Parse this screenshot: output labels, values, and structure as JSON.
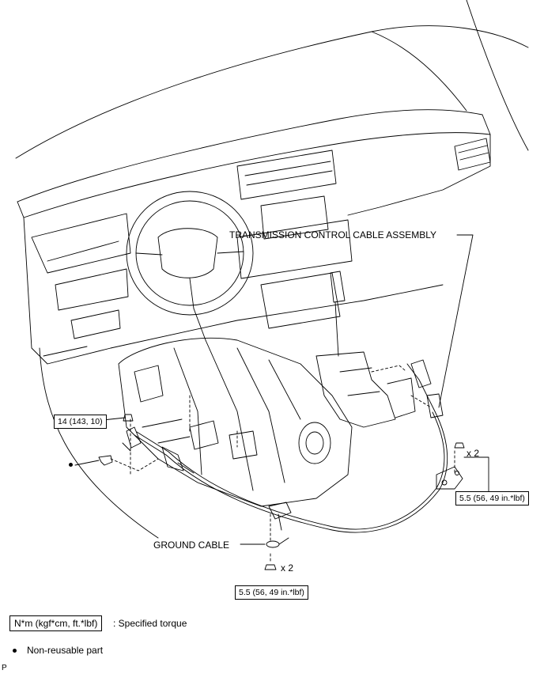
{
  "labels": {
    "cable_assembly": "TRANSMISSION CONTROL CABLE ASSEMBLY",
    "ground_cable": "GROUND CABLE",
    "qty_right": "x 2",
    "qty_bottom": "x 2"
  },
  "torques": {
    "left": "14 (143, 10)",
    "right": "5.5 (56, 49 in.*lbf)",
    "bottom": "5.5 (56, 49 in.*lbf)"
  },
  "legend": {
    "torque_unit": "N*m (kgf*cm, ft.*lbf)",
    "torque_desc": ": Specified torque",
    "nonreusable": "Non-reusable part"
  },
  "footer_code": "P"
}
